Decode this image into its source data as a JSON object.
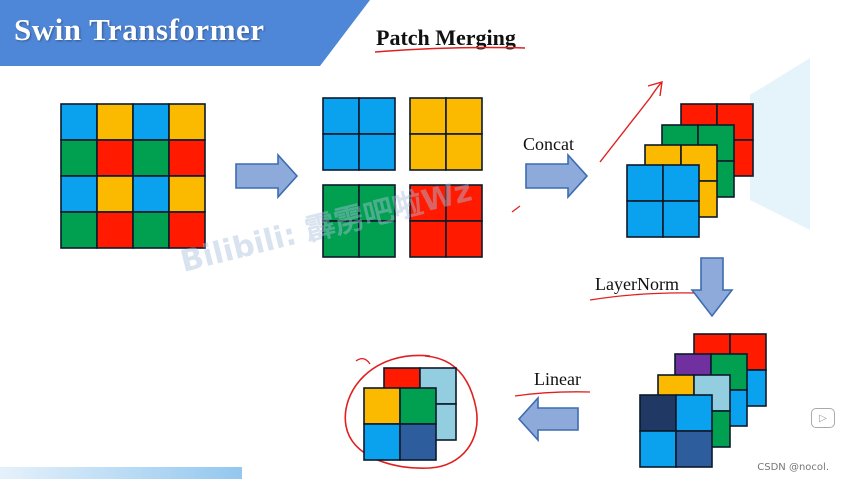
{
  "header": {
    "title": "Swin Transformer",
    "banner_color": "#4f87d8"
  },
  "section_title": "Patch Merging",
  "labels": {
    "concat": "Concat",
    "layernorm": "LayerNorm",
    "linear": "Linear"
  },
  "watermark": "Bilibili: 霹雳吧啦Wz",
  "credit": "CSDN @nocol.",
  "colors": {
    "blue": "#0aa2ef",
    "yellow": "#fbb900",
    "green": "#00a050",
    "red": "#ff1a00",
    "purple": "#7030a0",
    "light_blue": "#92cde0",
    "dark_navy": "#203864",
    "steel_blue": "#2e5d9e",
    "arrow_fill": "#8eaadb",
    "arrow_stroke": "#3d6cb0",
    "annotation_red": "#e02020"
  },
  "input_grid": [
    [
      "blue",
      "yellow",
      "blue",
      "yellow"
    ],
    [
      "green",
      "red",
      "green",
      "red"
    ],
    [
      "blue",
      "yellow",
      "blue",
      "yellow"
    ],
    [
      "green",
      "red",
      "green",
      "red"
    ]
  ],
  "split_patches": [
    "blue",
    "yellow",
    "green",
    "red"
  ],
  "concat_stack": [
    [
      "red",
      "red",
      "red",
      "red"
    ],
    [
      "green",
      "green",
      "green",
      "green"
    ],
    [
      "yellow",
      "yellow",
      "yellow",
      "yellow"
    ],
    [
      "blue",
      "blue",
      "blue",
      "blue"
    ]
  ],
  "norm_stack": [
    [
      "red",
      "red",
      "red",
      "blue"
    ],
    [
      "purple",
      "green",
      "green",
      "blue"
    ],
    [
      "yellow",
      "light_blue",
      "green",
      "green"
    ],
    [
      "dark_navy",
      "blue",
      "blue",
      "steel_blue"
    ]
  ],
  "linear_stack": [
    [
      "red",
      "light_blue",
      "red",
      "light_blue"
    ],
    [
      "yellow",
      "green",
      "blue",
      "steel_blue"
    ]
  ]
}
